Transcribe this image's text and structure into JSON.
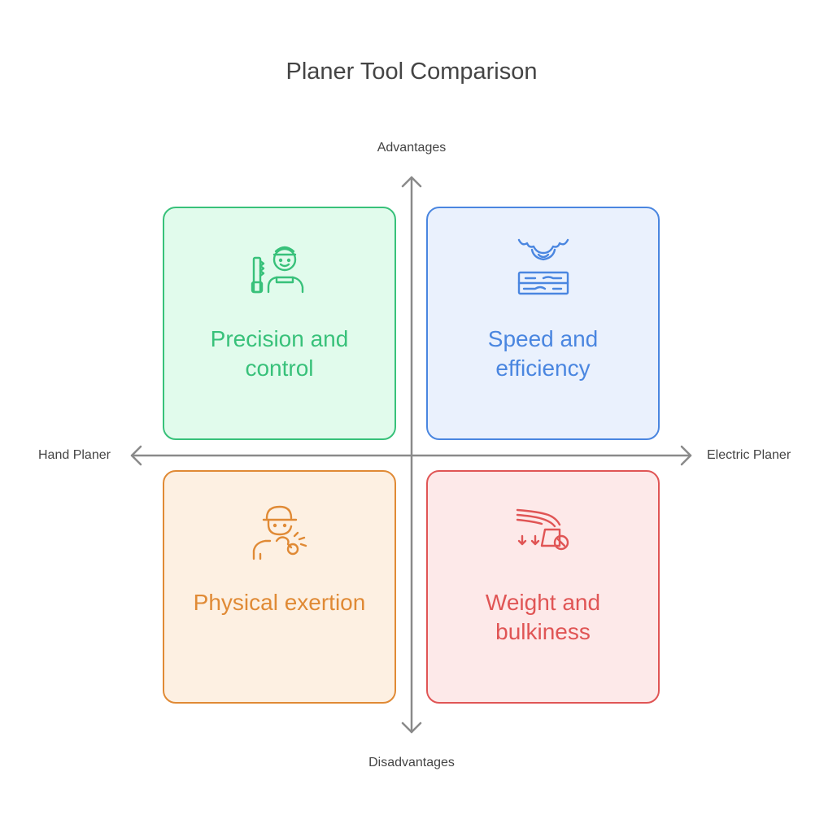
{
  "title": "Planer Tool Comparison",
  "axes": {
    "top": "Advantages",
    "bottom": "Disadvantages",
    "left": "Hand Planer",
    "right": "Electric Planer"
  },
  "quadrants": {
    "top_left": {
      "text": "Precision and control",
      "icon": "woodworker-with-saw-icon",
      "color": "#38c17a"
    },
    "top_right": {
      "text": "Speed and efficiency",
      "icon": "electric-planer-on-wood-icon",
      "color": "#4a86e0"
    },
    "bottom_left": {
      "text": "Physical exertion",
      "icon": "tired-worker-icon",
      "color": "#e08a35"
    },
    "bottom_right": {
      "text": "Weight and bulkiness",
      "icon": "heavy-tool-icon",
      "color": "#e05555"
    }
  },
  "colors": {
    "axis": "#8a8a8a",
    "text": "#444444"
  }
}
